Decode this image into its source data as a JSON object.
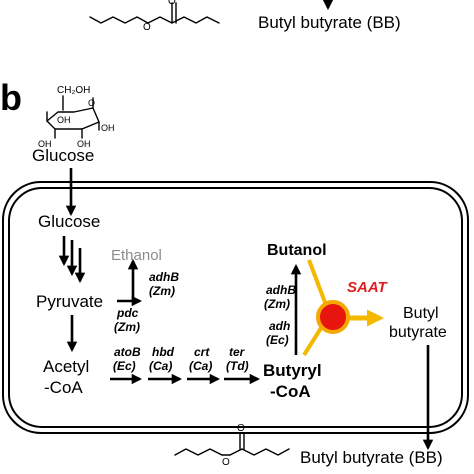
{
  "panel_label": "b",
  "top_product_label": "Butyl butyrate (BB)",
  "glucose_structure": {
    "ch2oh": "CH₂OH",
    "oh_labels": [
      "OH",
      "OH",
      "OH",
      "OH"
    ]
  },
  "outside_glucose": "Glucose",
  "cell": {
    "glucose": "Glucose",
    "pyruvate": "Pyruvate",
    "acetyl_coa_line1": "Acetyl",
    "acetyl_coa_line2": "-CoA",
    "ethanol": "Ethanol",
    "butanol": "Butanol",
    "butyryl_coa_line1": "Butyryl",
    "butyryl_coa_line2": "-CoA",
    "butyl_butyrate_line1": "Butyl",
    "butyl_butyrate_line2": "butyrate"
  },
  "enzymes": {
    "pdc": [
      "pdc",
      "(Zm)"
    ],
    "adhB": [
      "adhB",
      "(Zm)"
    ],
    "atoB": [
      "atoB",
      "(Ec)"
    ],
    "hbd": [
      "hbd",
      "(Ca)"
    ],
    "crt": [
      "crt",
      "(Ca)"
    ],
    "ter": [
      "ter",
      "(Td)"
    ],
    "adh": [
      "adh",
      "(Ec)"
    ],
    "adhB2": [
      "adhB",
      "(Zm)"
    ],
    "saat": "SAAT"
  },
  "bottom_product_label": "Butyl butyrate (BB)",
  "colors": {
    "saat_text": "#e01f1f",
    "saat_circle": "#e8150f",
    "saat_rim": "#f5a800",
    "saat_arrows": "#f4b800",
    "ethanol_text": "#8c8c8c",
    "cell_border": "#000000"
  }
}
